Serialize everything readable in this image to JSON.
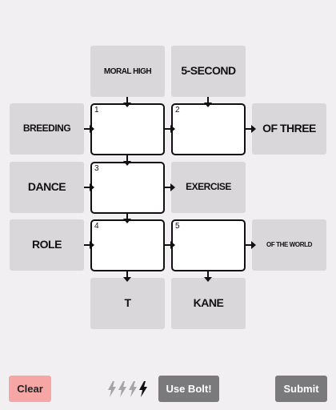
{
  "clues": {
    "top_1": "MORAL HIGH",
    "top_2": "5-SECOND",
    "left_1": "BREEDING",
    "right_2": "OF THREE",
    "left_3": "DANCE",
    "right_3": "EXERCISE",
    "left_4": "ROLE",
    "right_5": "OF THE WORLD",
    "bottom_4": "T",
    "bottom_5": "KANE"
  },
  "cells": [
    {
      "number": "1",
      "value": ""
    },
    {
      "number": "2",
      "value": ""
    },
    {
      "number": "3",
      "value": ""
    },
    {
      "number": "4",
      "value": ""
    },
    {
      "number": "5",
      "value": ""
    }
  ],
  "controls": {
    "clear_label": "Clear",
    "use_bolt_label": "Use Bolt!",
    "submit_label": "Submit",
    "bolts_total": 4,
    "bolts_remaining": 1
  },
  "colors": {
    "background": "#f1eff2",
    "clue_tile": "#d9d7da",
    "clear_button": "#f6a7a5",
    "action_button": "#7a797c",
    "bolt_used": "#a5a3a6",
    "bolt_active": "#111111"
  }
}
